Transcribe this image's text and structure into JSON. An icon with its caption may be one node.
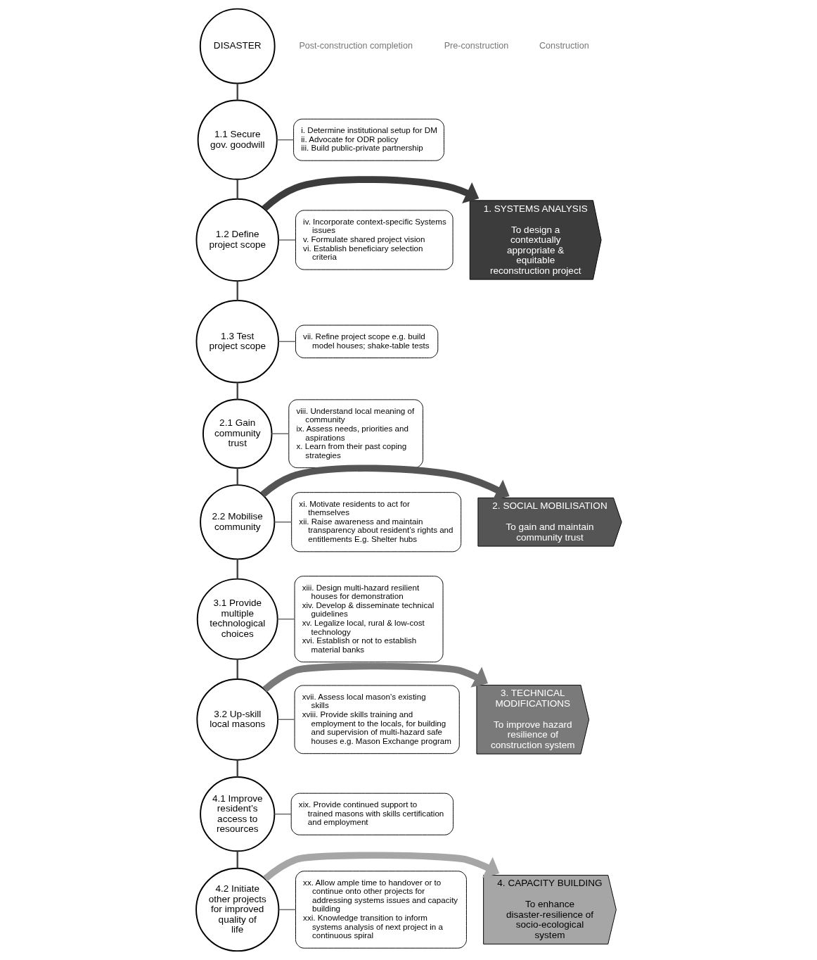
{
  "diagram": {
    "nodes": [
      {
        "text": [
          "DISASTER"
        ]
      },
      {
        "text": [
          "1.1 Secure gov. goodwill"
        ]
      },
      {
        "text": [
          "1.2 Define project scope"
        ]
      },
      {
        "text": [
          "1.3 Test project scope"
        ]
      },
      {
        "text": [
          "2.1 Gain community trust"
        ]
      },
      {
        "text": [
          "2.2 Mobilise community"
        ]
      },
      {
        "text": [
          "3.1 Provide multiple technological choices"
        ]
      },
      {
        "text": [
          "3.2 Up-skill local masons"
        ]
      },
      {
        "text": [
          "4.1 Improve resident’s access to resources"
        ]
      },
      {
        "text": [
          "4.2 Initiate other projects for improved quality of life"
        ]
      },
      {
        "text": [
          "1. SYSTEMS ANALYSIS",
          "To design a contextually appropriate & equitable reconstruction project"
        ]
      },
      {
        "text": [
          "2. SOCIAL MOBILISATION",
          "To gain and maintain community trust"
        ]
      },
      {
        "text": [
          "3. TECHNICAL MODIFICATIONS",
          "To improve hazard resilience of construction system"
        ]
      },
      {
        "text": [
          "4. CAPACITY BUILDING",
          "To enhance disaster-resilience of socio-ecological system"
        ]
      },
      {
        "text": [
          "i. Determine institutional setup for DM",
          "ii. Advocate for ODR policy",
          "iii. Build public-private partnership"
        ]
      },
      {
        "text": [
          "iv. Incorporate context-specific Systems issues",
          "v. Formulate shared project vision",
          "vi. Establish beneficiary selection criteria"
        ]
      },
      {
        "text": [
          "vii. Refine project scope e.g. build model houses; shake-table tests"
        ]
      },
      {
        "text": [
          "viii. Understand local meaning of community",
          "ix. Assess needs, priorities and aspirations",
          "x. Learn from their past coping strategies"
        ]
      },
      {
        "text": [
          "xi. Motivate residents to act for themselves",
          "xii. Raise awareness and maintain transparency about resident’s rights and entitlements E.g. Shelter hubs"
        ]
      },
      {
        "text": [
          "xiii. Design multi-hazard resilient houses for demonstration",
          "xiv. Develop & disseminate technical guidelines",
          "xv. Legalize local, rural & low-cost technology",
          "xvi. Establish or not to establish material banks"
        ]
      },
      {
        "text": [
          "xvii. Assess local mason’s existing skills",
          "xviii. Provide skills training and employment to the locals, for building and supervision of multi-hazard safe houses e.g. Mason Exchange program"
        ]
      },
      {
        "text": [
          "xix. Provide continued support to trained masons with skills certification and employment"
        ]
      },
      {
        "text": [
          "xx. Allow ample time to handover or to continue onto other projects for addressing systems issues and capacity building",
          "xxi. Knowledge transition to inform systems analysis of next project in a continuous spiral"
        ]
      }
    ],
    "edges": [
      {
        "from": 0,
        "to": 1,
        "arrow": "none"
      },
      {
        "from": 1,
        "to": 2,
        "arrow": "none"
      },
      {
        "from": 2,
        "to": 3,
        "arrow": "none"
      },
      {
        "from": 3,
        "to": 4,
        "arrow": "none"
      },
      {
        "from": 4,
        "to": 5,
        "arrow": "none"
      },
      {
        "from": 5,
        "to": 6,
        "arrow": "none"
      },
      {
        "from": 6,
        "to": 7,
        "arrow": "none"
      },
      {
        "from": 7,
        "to": 8,
        "arrow": "none"
      },
      {
        "from": 8,
        "to": 9,
        "arrow": "none"
      },
      {
        "from": 2,
        "to": 10,
        "arrow": "to",
        "style": "thick",
        "color": "#3c3c3c"
      },
      {
        "from": 5,
        "to": 11,
        "arrow": "to",
        "style": "thick",
        "color": "#555555"
      },
      {
        "from": 7,
        "to": 12,
        "arrow": "to",
        "style": "thick",
        "color": "#7a7a7a"
      },
      {
        "from": 9,
        "to": 13,
        "arrow": "to",
        "style": "thick",
        "color": "#a6a6a6"
      },
      {
        "from": 1,
        "to": 14,
        "arrow": "none"
      },
      {
        "from": 2,
        "to": 15,
        "arrow": "none"
      },
      {
        "from": 3,
        "to": 16,
        "arrow": "none"
      },
      {
        "from": 4,
        "to": 17,
        "arrow": "none"
      },
      {
        "from": 5,
        "to": 18,
        "arrow": "none"
      },
      {
        "from": 6,
        "to": 19,
        "arrow": "none"
      },
      {
        "from": 7,
        "to": 20,
        "arrow": "none"
      },
      {
        "from": 8,
        "to": 21,
        "arrow": "none"
      },
      {
        "from": 9,
        "to": 22,
        "arrow": "none"
      }
    ],
    "labels": [
      "Post-construction completion",
      "Pre-construction",
      "Construction"
    ]
  }
}
